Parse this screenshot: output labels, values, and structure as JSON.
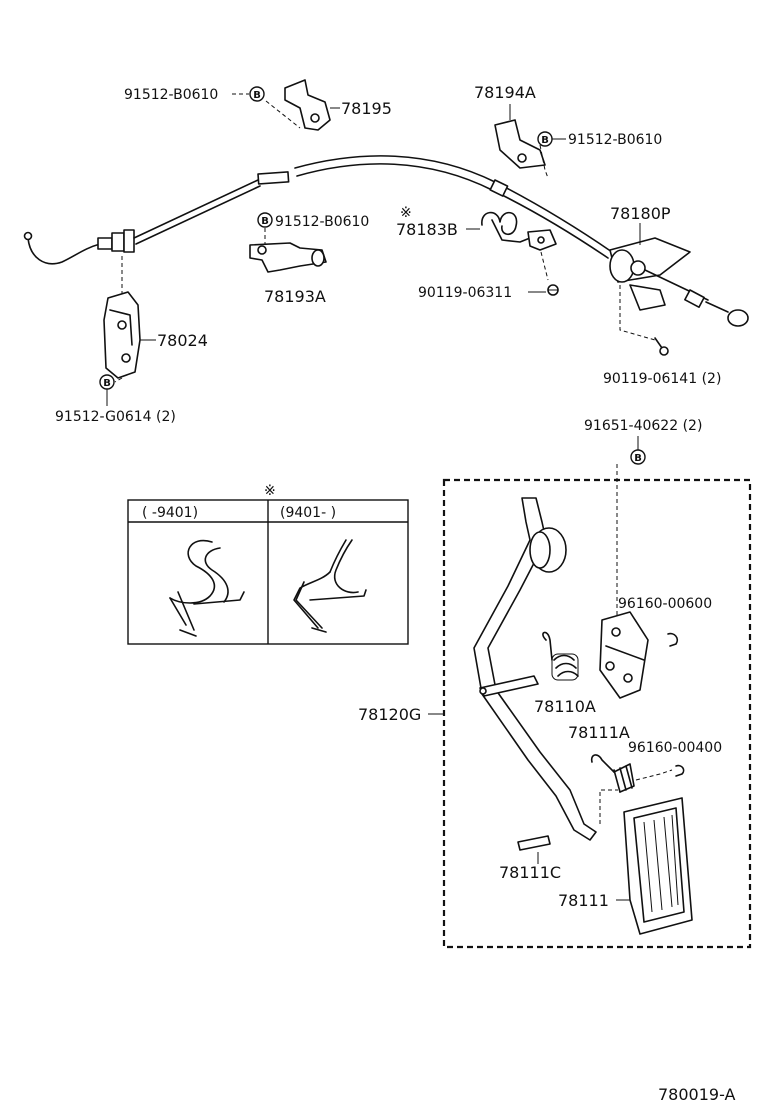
{
  "parts": {
    "p_91512_B0610_a": "91512-B0610",
    "p_78195": "78195",
    "p_78194A": "78194A",
    "p_91512_B0610_b": "91512-B0610",
    "p_91512_B0610_c": "91512-B0610",
    "p_78183B": "78183B",
    "p_78180P": "78180P",
    "p_90119_06311": "90119-06311",
    "p_78193A": "78193A",
    "p_78024": "78024",
    "p_90119_06141": "90119-06141 (2)",
    "p_91512_G0614": "91512-G0614 (2)",
    "p_91651_40622": "91651-40622 (2)",
    "p_96160_00600": "96160-00600",
    "p_78110A": "78110A",
    "p_78111A": "78111A",
    "p_96160_00400": "96160-00400",
    "p_78120G": "78120G",
    "p_78111C": "78111C",
    "p_78111": "78111"
  },
  "variant_table": {
    "mark": "※",
    "col_left": "(      -9401)",
    "col_right": "(9401-       )"
  },
  "mark_78183B": "※",
  "bolt_symbol": "B",
  "illustration_code": "780019-A"
}
